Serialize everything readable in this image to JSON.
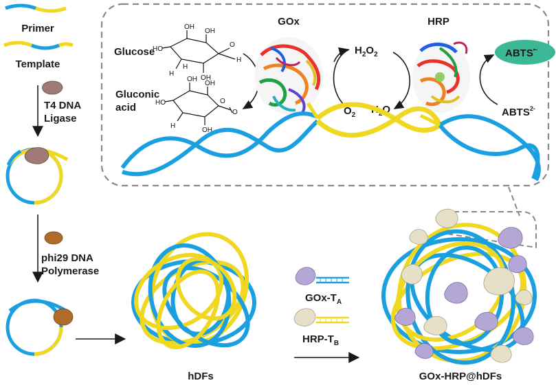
{
  "left_column": {
    "primer": "Primer",
    "template": "Template",
    "step1_enzyme_line1": "T4 DNA",
    "step1_enzyme_line2": "Ligase",
    "step2_enzyme_line1": "phi29 DNA",
    "step2_enzyme_line2": "Polymerase"
  },
  "inset": {
    "glucose": "Glucose",
    "gluconic_line1": "Gluconic",
    "gluconic_line2": "acid",
    "gox": "GOx",
    "hrp": "HRP",
    "h2o2_main": "H",
    "h2o2_sub": "2",
    "h2o2_main2": "O",
    "h2o2_sub2": "2",
    "o2_main": "O",
    "o2_sub": "2",
    "h2o_main": "H",
    "h2o_sub": "2",
    "h2o_main2": "O",
    "abts_ox_main": "ABTS",
    "abts_ox_sup": "•-",
    "abts_red_main": "ABTS",
    "abts_red_sup": "2-"
  },
  "bottom": {
    "hdfs": "hDFs",
    "gox_ta_main": "GOx-T",
    "gox_ta_sub": "A",
    "hrp_tb_main": "HRP-T",
    "hrp_tb_sub": "B",
    "product": "GOx-HRP@hDFs"
  },
  "colors": {
    "blue": "#1a9fe0",
    "yellow": "#f0d820",
    "abts_oval": "#3cb896",
    "ligase": "#a07a74",
    "polymerase": "#b06a2a",
    "gox_protein": "#b4a6d6",
    "hrp_protein": "#e6e0c8",
    "dashed_border": "#888888"
  }
}
